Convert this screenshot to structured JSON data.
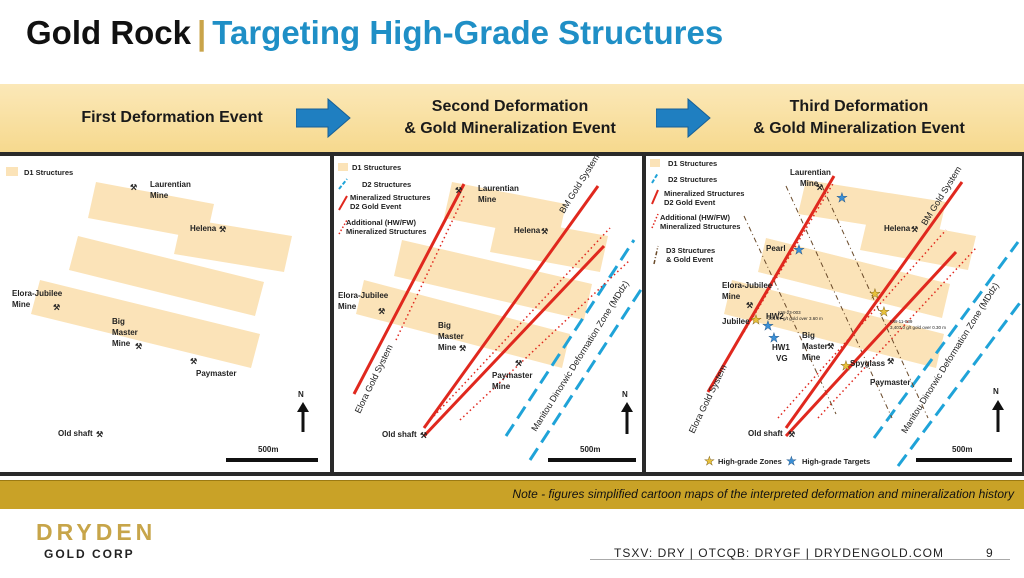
{
  "title": {
    "company": "Gold Rock",
    "separator": "|",
    "heading": "Targeting High-Grade Structures"
  },
  "events": {
    "first": "First Deformation Event",
    "second_l1": "Second Deformation",
    "second_l2": "& Gold Mineralization Event",
    "third_l1": "Third Deformation",
    "third_l2": "& Gold Mineralization Event"
  },
  "legend": {
    "d1": "D1 Structures",
    "d2": "D2 Structures",
    "mineralized_l1": "Mineralized Structures",
    "mineralized_l2": "D2 Gold Event",
    "additional_l1": "Additional (HW/FW)",
    "additional_l2": "Mineralized Structures",
    "d3_l1": "D3 Structures",
    "d3_l2": "& Gold Event",
    "high_grade_zones": "High-grade Zones",
    "high_grade_targets": "High-grade Targets"
  },
  "mines": {
    "laurentian_l1": "Laurentian",
    "laurentian_l2": "Mine",
    "helena": "Helena",
    "elora_l1": "Elora-Jubilee",
    "elora_l2": "Mine",
    "big": "Big",
    "master": "Master",
    "mine": "Mine",
    "big_master_mine": "Master Mine",
    "paymaster": "Paymaster",
    "old_shaft": "Old shaft",
    "pearl": "Pearl",
    "jubilee": "Jubilee",
    "hw2": "HW2",
    "hw1": "HW1",
    "vg": "VG",
    "spyglass": "Spyglass"
  },
  "systems": {
    "bm": "BM Gold System",
    "elora": "Elora Gold System",
    "manitou": "Manitou Dinorwic Deformation Zone (MDdz)"
  },
  "assays": {
    "kw23": "KW-23-003",
    "kw23_value": "301.87 g/t gold over 3.60 m",
    "kw11": "KW-11-039",
    "kw11_value": "3,407.0 g/t gold over 0.30 m"
  },
  "map": {
    "north": "N",
    "scale": "500m"
  },
  "colors": {
    "d1_fill": "#fbe3b8",
    "mineralized": "#e0281e",
    "d2": "#1fa3d8",
    "star_gold": "#e8c23c",
    "star_blue": "#3a8fd6"
  },
  "note": "Note - figures simplified cartoon maps of the interpreted deformation and mineralization history",
  "footer": {
    "logo": "DRYDEN",
    "corp": "GOLD CORP",
    "tickers": "TSXV: DRY | OTCQB: DRYGF",
    "website": "DRYDENGOLD.COM",
    "separator": "|",
    "page": "9"
  }
}
